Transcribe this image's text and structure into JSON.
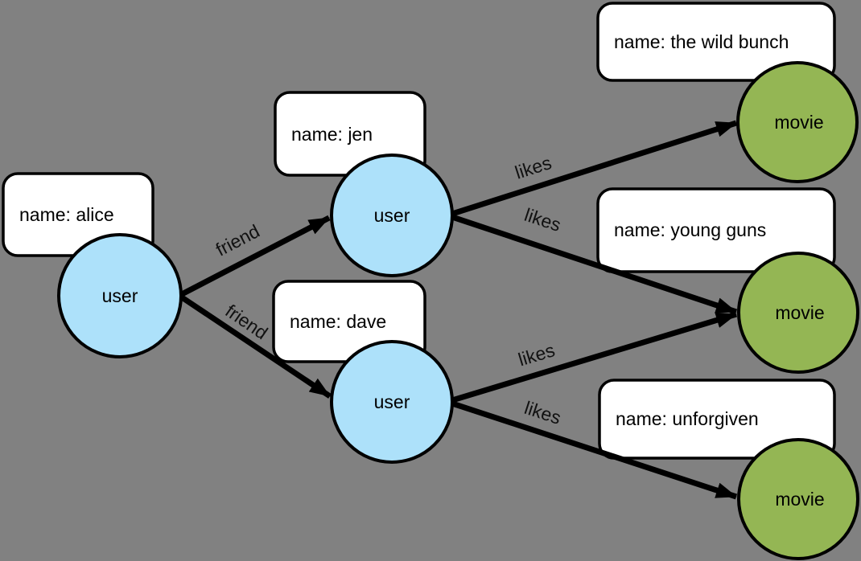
{
  "palette": {
    "background": "#818181",
    "user_fill": "#ade1fa",
    "movie_fill": "#94b654",
    "box_fill": "#ffffff",
    "edge_color": "#000000"
  },
  "nodes": [
    {
      "id": "alice",
      "type": "user",
      "label": "user",
      "property": "name: alice"
    },
    {
      "id": "jen",
      "type": "user",
      "label": "user",
      "property": "name: jen"
    },
    {
      "id": "dave",
      "type": "user",
      "label": "user",
      "property": "name: dave"
    },
    {
      "id": "the-wild-bunch",
      "type": "movie",
      "label": "movie",
      "property": "name: the wild bunch"
    },
    {
      "id": "young-guns",
      "type": "movie",
      "label": "movie",
      "property": "name: young guns"
    },
    {
      "id": "unforgiven",
      "type": "movie",
      "label": "movie",
      "property": "name: unforgiven"
    }
  ],
  "edges": [
    {
      "from": "alice",
      "to": "jen",
      "label": "friend"
    },
    {
      "from": "alice",
      "to": "dave",
      "label": "friend"
    },
    {
      "from": "jen",
      "to": "the-wild-bunch",
      "label": "likes"
    },
    {
      "from": "jen",
      "to": "young-guns",
      "label": "likes"
    },
    {
      "from": "dave",
      "to": "young-guns",
      "label": "likes"
    },
    {
      "from": "dave",
      "to": "unforgiven",
      "label": "likes"
    }
  ]
}
